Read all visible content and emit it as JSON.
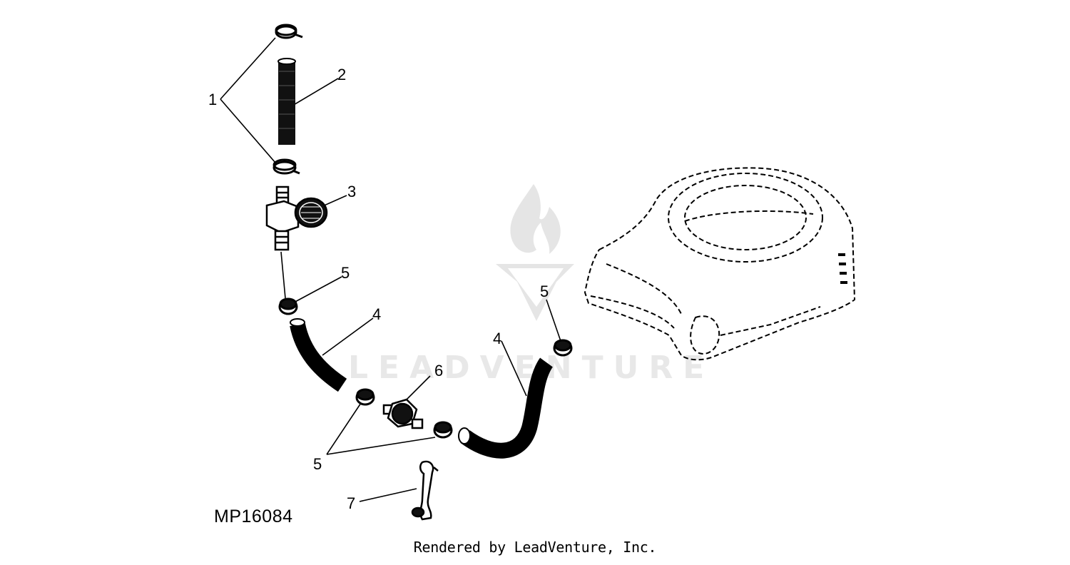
{
  "diagram": {
    "figure_id": "MP16084",
    "callouts": {
      "c1": "1",
      "c2": "2",
      "c3": "3",
      "c4a": "4",
      "c4b": "4",
      "c5a": "5",
      "c5b": "5",
      "c5c": "5",
      "c6": "6",
      "c7": "7"
    }
  },
  "watermark": {
    "brand": "LEADVENTURE",
    "logo": "flame-v-logo"
  },
  "footer": {
    "text": "Rendered by LeadVenture, Inc."
  }
}
